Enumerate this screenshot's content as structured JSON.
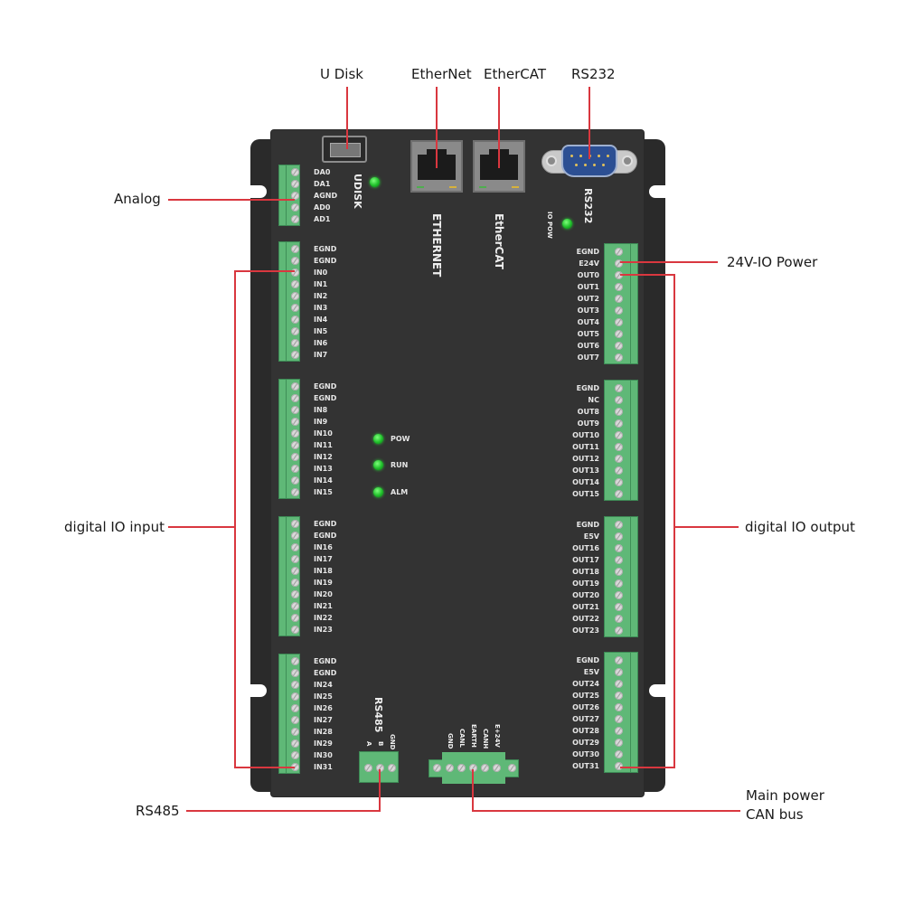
{
  "title": "Motion controller interface diagram",
  "callouts": {
    "u_disk": "U Disk",
    "ethernet": "EtherNet",
    "ethercat": "EtherCAT",
    "rs232": "RS232",
    "analog": "Analog",
    "io_power": "24V-IO Power",
    "digital_input": "digital IO input",
    "digital_output": "digital IO output",
    "rs485": "RS485",
    "main_power": "Main power",
    "can_bus": "CAN bus"
  },
  "panel_labels": {
    "udisk": "UDISK",
    "ethernet": "ETHERNET",
    "ethercat": "EtherCAT",
    "rs232": "RS232",
    "io_pow": "IO POW",
    "rs485": "RS485"
  },
  "status_leds": [
    {
      "label": "POW",
      "color": "#22c22e"
    },
    {
      "label": "RUN",
      "color": "#22c22e"
    },
    {
      "label": "ALM",
      "color": "#22c22e"
    }
  ],
  "analog_terminal": [
    "DA0",
    "DA1",
    "AGND",
    "AD0",
    "AD1"
  ],
  "input_terminals": [
    [
      "EGND",
      "EGND",
      "IN0",
      "IN1",
      "IN2",
      "IN3",
      "IN4",
      "IN5",
      "IN6",
      "IN7"
    ],
    [
      "EGND",
      "EGND",
      "IN8",
      "IN9",
      "IN10",
      "IN11",
      "IN12",
      "IN13",
      "IN14",
      "IN15"
    ],
    [
      "EGND",
      "EGND",
      "IN16",
      "IN17",
      "IN18",
      "IN19",
      "IN20",
      "IN21",
      "IN22",
      "IN23"
    ],
    [
      "EGND",
      "EGND",
      "IN24",
      "IN25",
      "IN26",
      "IN27",
      "IN28",
      "IN29",
      "IN30",
      "IN31"
    ]
  ],
  "output_terminals": [
    [
      "EGND",
      "E24V",
      "OUT0",
      "OUT1",
      "OUT2",
      "OUT3",
      "OUT4",
      "OUT5",
      "OUT6",
      "OUT7"
    ],
    [
      "EGND",
      "NC",
      "OUT8",
      "OUT9",
      "OUT10",
      "OUT11",
      "OUT12",
      "OUT13",
      "OUT14",
      "OUT15"
    ],
    [
      "EGND",
      "E5V",
      "OUT16",
      "OUT17",
      "OUT18",
      "OUT19",
      "OUT20",
      "OUT21",
      "OUT22",
      "OUT23"
    ],
    [
      "EGND",
      "E5V",
      "OUT24",
      "OUT25",
      "OUT26",
      "OUT27",
      "OUT28",
      "OUT29",
      "OUT30",
      "OUT31"
    ]
  ],
  "rs485_pins": [
    "A",
    "B",
    "GND"
  ],
  "power_can_pins": [
    "GND",
    "CANL",
    "EARTH",
    "CANH",
    "E+24V"
  ],
  "colors": {
    "callout_line": "#d9373f",
    "housing": "#333333",
    "terminal": "#5fb877",
    "led": "#22c22e",
    "db9": "#2c4f93"
  }
}
